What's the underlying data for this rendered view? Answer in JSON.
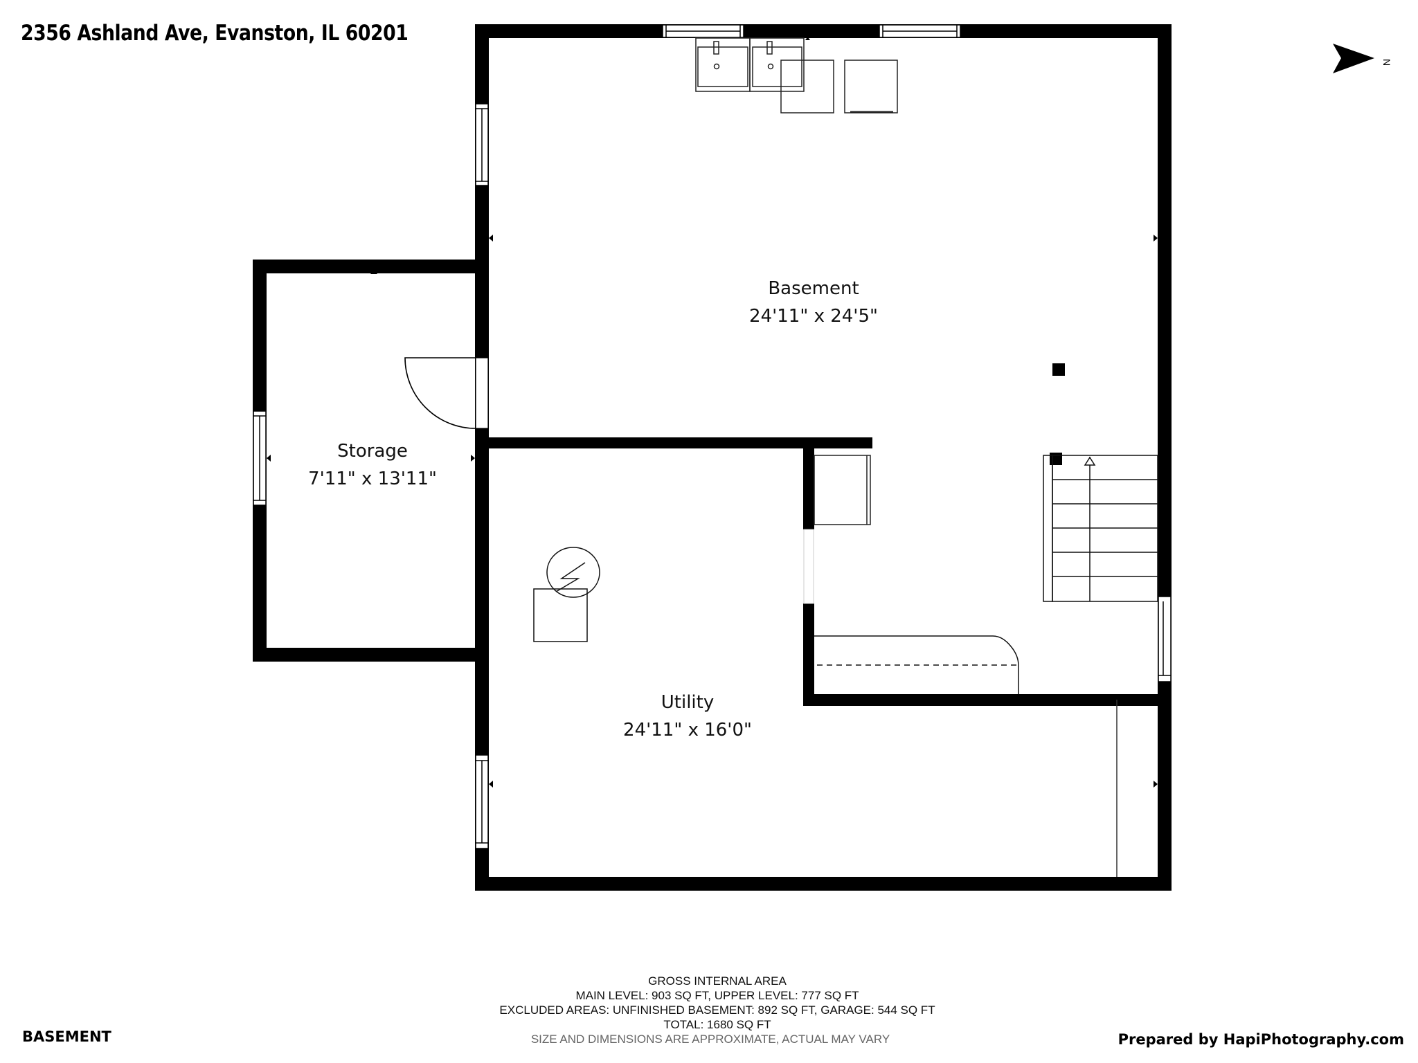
{
  "header": {
    "address": "2356 Ashland Ave, Evanston, IL 60201"
  },
  "compass": {
    "icon": "north-arrow-icon",
    "label": "N",
    "direction": "right"
  },
  "rooms": [
    {
      "name": "Basement",
      "dimensions": "24'11\" x 24'5\""
    },
    {
      "name": "Storage",
      "dimensions": "7'11\" x 13'11\""
    },
    {
      "name": "Utility",
      "dimensions": "24'11\" x 16'0\""
    }
  ],
  "fixtures": {
    "sinks": 2,
    "appliances": [
      "washer",
      "dryer"
    ],
    "water_heater": "water-heater-icon",
    "stairs_direction": "up"
  },
  "area_summary": {
    "heading": "GROSS INTERNAL AREA",
    "line1": "MAIN LEVEL: 903 SQ FT, UPPER LEVEL: 777 SQ FT",
    "line2": "EXCLUDED AREAS: UNFINISHED BASEMENT: 892 SQ FT, GARAGE: 544 SQ FT",
    "total": "TOTAL: 1680 SQ FT",
    "disclaimer": "SIZE AND DIMENSIONS ARE APPROXIMATE, ACTUAL MAY VARY"
  },
  "footer": {
    "floor_name": "BASEMENT",
    "prepared_by": "Prepared by HapiPhotography.com"
  },
  "colors": {
    "wall": "#000000",
    "background": "#ffffff",
    "text": "#111111",
    "disclaimer": "#666666"
  }
}
